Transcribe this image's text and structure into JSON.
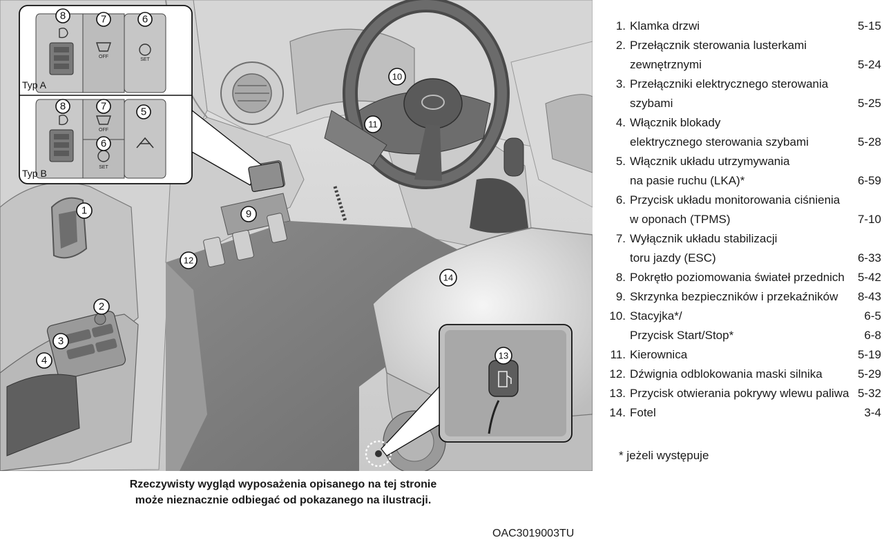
{
  "callouts": {
    "c1": "1",
    "c2": "2",
    "c3": "3",
    "c4": "4",
    "c5": "5",
    "c6a": "6",
    "c6b": "6",
    "c7a": "7",
    "c7b": "7",
    "c8a": "8",
    "c8b": "8",
    "c9": "9",
    "c10": "10",
    "c11": "11",
    "c12": "12",
    "c13": "13",
    "c14": "14"
  },
  "inset_labels": {
    "type_a": "Typ A",
    "type_b": "Typ B"
  },
  "button_labels": {
    "off": "OFF",
    "set": "SET"
  },
  "legend": [
    {
      "num": "1.",
      "lines": [
        {
          "text": "Klamka drzwi",
          "page": "5-15"
        }
      ]
    },
    {
      "num": "2.",
      "lines": [
        {
          "text": "Przełącznik sterowania  lusterkami",
          "page": ""
        },
        {
          "text": "zewnętrznymi",
          "page": "5-24"
        }
      ]
    },
    {
      "num": "3.",
      "lines": [
        {
          "text": "Przełączniki elektrycznego sterowania",
          "page": ""
        },
        {
          "text": "szybami",
          "page": "5-25"
        }
      ]
    },
    {
      "num": "4.",
      "lines": [
        {
          "text": "Włącznik blokady",
          "page": ""
        },
        {
          "text": "elektrycznego  sterowania szybami",
          "page": "5-28"
        }
      ]
    },
    {
      "num": "5.",
      "lines": [
        {
          "text": "Włącznik układu utrzymywania",
          "page": ""
        },
        {
          "text": "na pasie ruchu (LKA)*",
          "page": "6-59"
        }
      ]
    },
    {
      "num": "6.",
      "lines": [
        {
          "text": "Przycisk układu monitorowania ciśnienia",
          "page": ""
        },
        {
          "text": "w oponach (TPMS)",
          "page": "7-10"
        }
      ]
    },
    {
      "num": "7.",
      "lines": [
        {
          "text": "Wyłącznik układu stabilizacji",
          "page": ""
        },
        {
          "text": "toru jazdy (ESC)",
          "page": "6-33"
        }
      ]
    },
    {
      "num": "8.",
      "lines": [
        {
          "text": "Pokrętło poziomowania świateł przednich",
          "page": "5-42"
        }
      ]
    },
    {
      "num": "9.",
      "lines": [
        {
          "text": "Skrzynka bezpieczników i przekaźników",
          "page": "8-43"
        }
      ]
    },
    {
      "num": "10.",
      "lines": [
        {
          "text": "Stacyjka*/",
          "page": "6-5"
        },
        {
          "text": "Przycisk Start/Stop*",
          "page": "6-8"
        }
      ]
    },
    {
      "num": "11.",
      "lines": [
        {
          "text": "Kierownica",
          "page": "5-19"
        }
      ]
    },
    {
      "num": "12.",
      "lines": [
        {
          "text": "Dźwignia odblokowania maski silnika",
          "page": "5-29"
        }
      ]
    },
    {
      "num": "13.",
      "lines": [
        {
          "text": "Przycisk otwierania pokrywy wlewu paliwa",
          "page": "5-32"
        }
      ]
    },
    {
      "num": "14.",
      "lines": [
        {
          "text": "Fotel",
          "page": "3-4"
        }
      ]
    }
  ],
  "footnote": "* jeżeli występuje",
  "disclaimer": {
    "line1": "Rzeczywisty wygląd wyposażenia opisanego na tej stronie",
    "line2": "może nieznacznie odbiegać od pokazanego na ilustracji."
  },
  "image_code": "OAC3019003TU"
}
